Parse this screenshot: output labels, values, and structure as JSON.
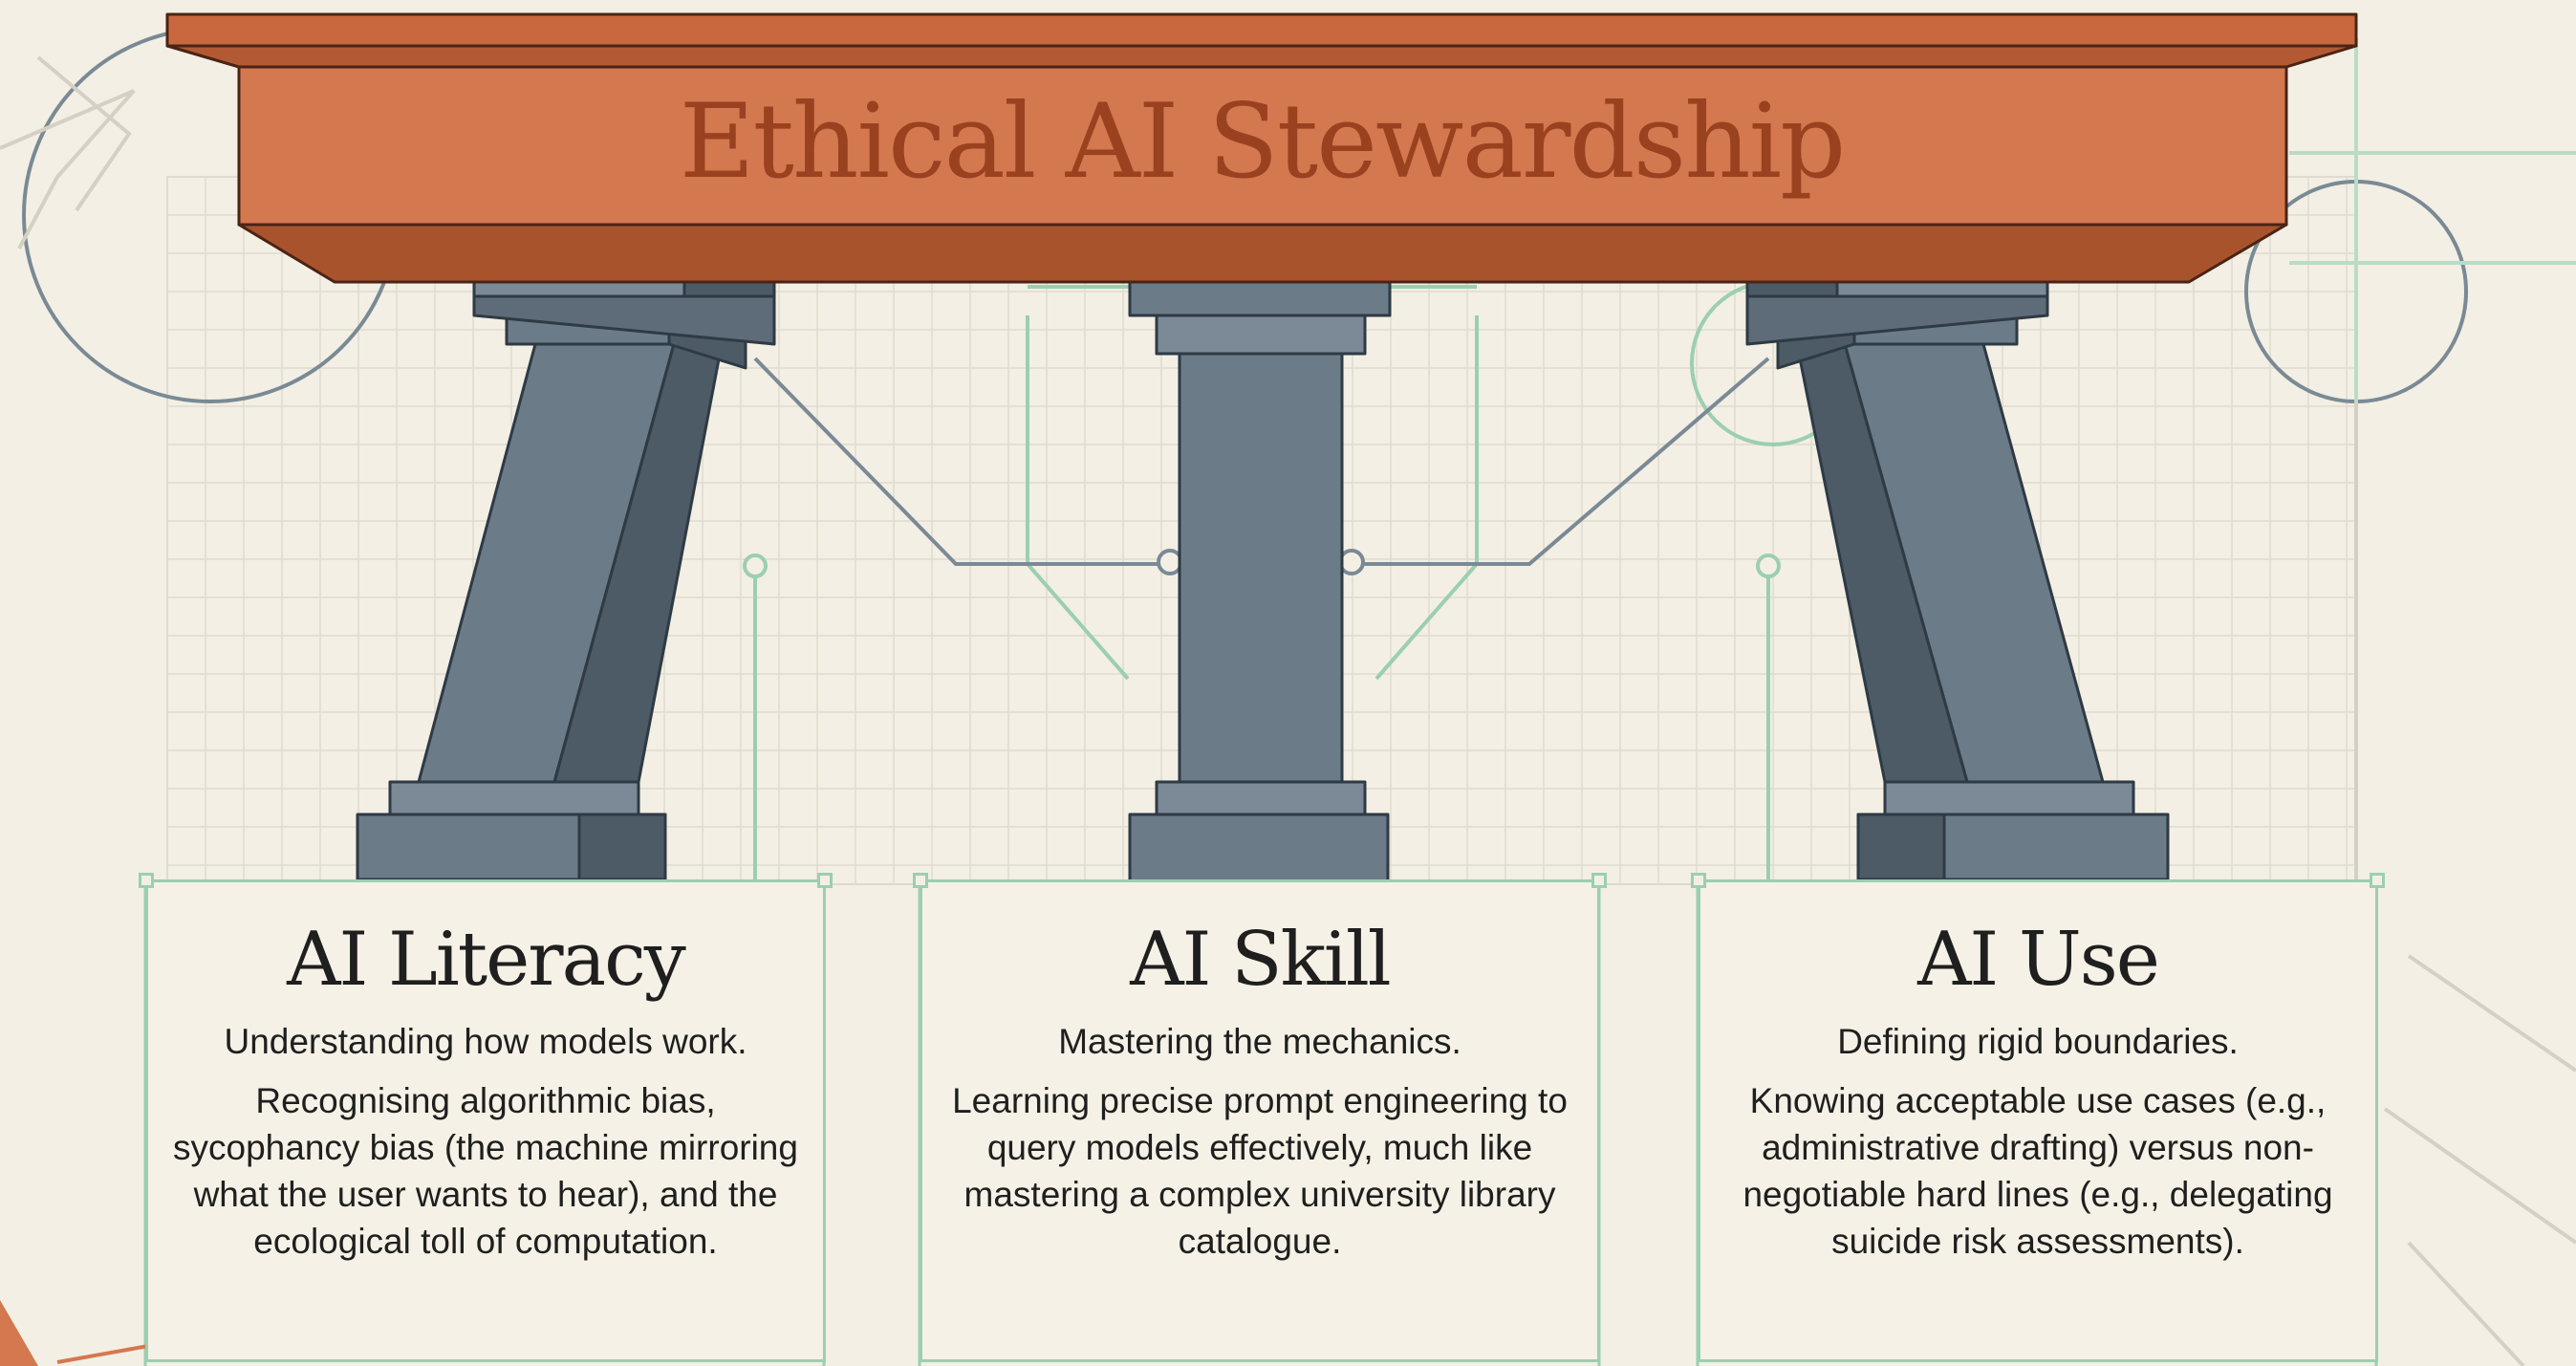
{
  "title": "Ethical AI Stewardship",
  "pillars": [
    {
      "heading": "AI Literacy",
      "subtitle": "Understanding how models work.",
      "description": "Recognising algorithmic bias, sycophancy bias (the machine mirroring what the user wants to hear), and the ecological toll of computation."
    },
    {
      "heading": "AI Skill",
      "subtitle": "Mastering the mechanics.",
      "description": "Learning precise prompt engineering to query models effectively, much like mastering a complex university library catalogue."
    },
    {
      "heading": "AI Use",
      "subtitle": "Defining rigid boundaries.",
      "description": "Knowing acceptable use cases (e.g., administrative drafting) versus non-negotiable hard lines (e.g., delegating suicide risk assessments)."
    }
  ],
  "colors": {
    "background": "#f3efe4",
    "beam": "#d4784f",
    "beam_dark": "#a9532d",
    "title_text": "#9a4220",
    "column": "#6b7b88",
    "column_dark": "#4d5b67",
    "accent_green": "#9bcfb0",
    "line_grey": "#7a8a95"
  }
}
